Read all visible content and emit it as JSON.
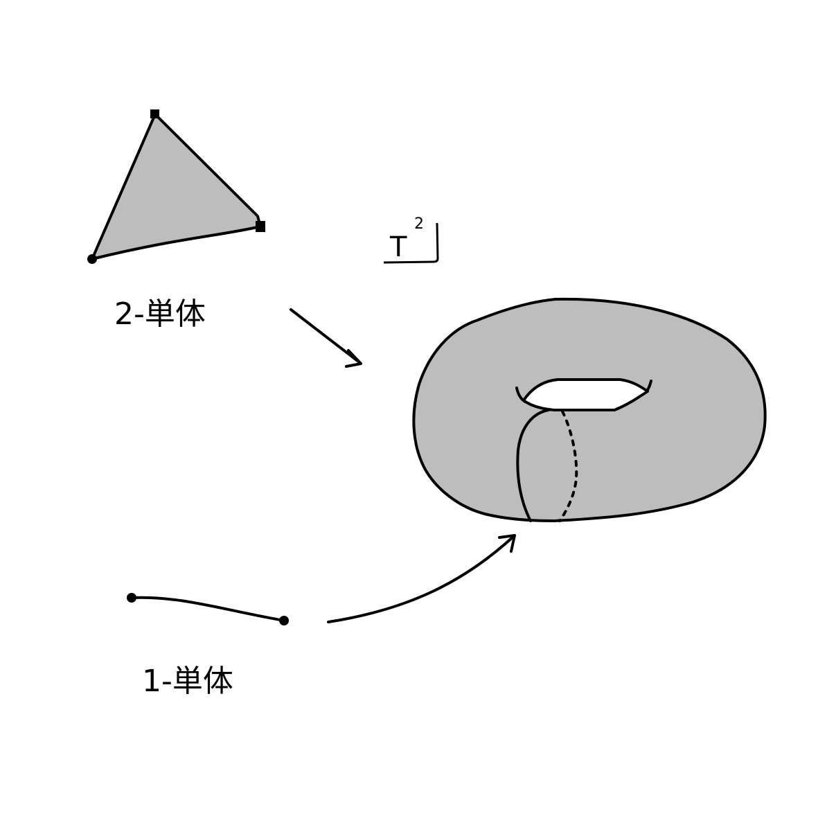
{
  "labels": {
    "two_simplex": "2-単体",
    "one_simplex": "1-単体",
    "torus_base": "T",
    "torus_exponent": "2"
  },
  "colors": {
    "fill": "#bdbdbd",
    "stroke": "#000000",
    "background": "#ffffff"
  }
}
